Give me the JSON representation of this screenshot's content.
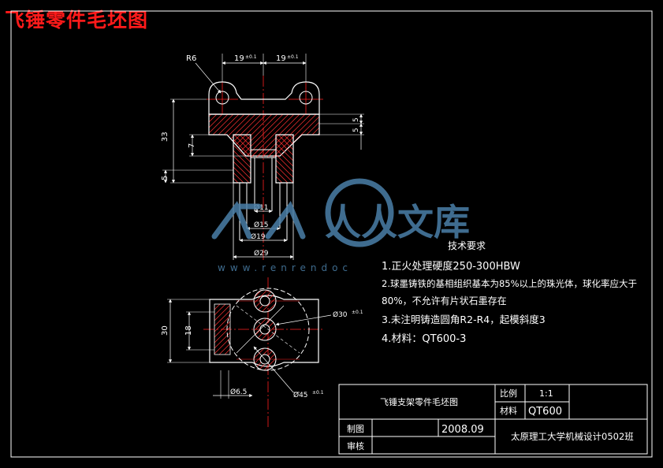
{
  "page_title": "飞锤零件毛坯图",
  "colors": {
    "background": "#000000",
    "title": "#ff1a1a",
    "outline": "#ffffff",
    "centerline": "#ff2020",
    "hatch": "#ff3030",
    "dimension": "#ffffff",
    "watermark": "#4a7fa8"
  },
  "dimensions": {
    "r6": "R6",
    "w19a": "19",
    "w19b": "19",
    "tol_a": "±0.1",
    "tol_b": "±0.1",
    "h33": "33",
    "h7": "7",
    "h5": "5",
    "h5a": "5",
    "h5b": "5",
    "d11": "Ø11",
    "d15": "Ø15",
    "d19": "Ø19",
    "d29": "Ø29",
    "d30": "Ø30",
    "d30_tol": "±0.1",
    "h30": "30",
    "h18": "18",
    "d65": "Ø6.5",
    "d45": "Ø45",
    "d45_tol": "±0.1"
  },
  "watermark": {
    "brand": "人人文库",
    "url": "www.renrendoc"
  },
  "tech_requirements": {
    "heading": "技术要求",
    "items": [
      "1.正火处理硬度250-300HBW",
      "2.球墨铸铁的基相组织基本为85%以上的珠光体，球化率应大于",
      "80%，不允许有片状石墨存在",
      "3.未注明铸造圆角R2-R4，起模斜度3",
      "4.材料：QT600-3"
    ]
  },
  "title_block": {
    "drawing_name": "飞锤支架零件毛坯图",
    "scale_label": "比例",
    "scale_value": "1:1",
    "material_label": "材料",
    "material_value": "QT600",
    "drawn_label": "制图",
    "date": "2008.09",
    "checked_label": "审核",
    "org": "太原理工大学机械设计0502班"
  }
}
